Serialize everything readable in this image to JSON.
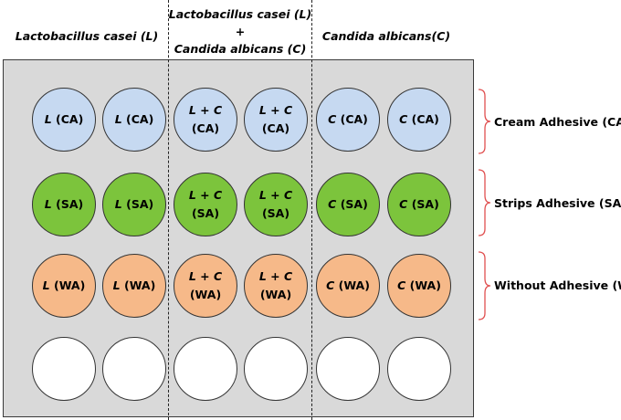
{
  "columns": [
    {
      "line1": "Lactobacillus casei (L)"
    },
    {
      "line1": "Lactobacillus casei (L)",
      "plus": "+",
      "line2": "Candida albicans (C)"
    },
    {
      "line1": "Candida albicans(C)"
    }
  ],
  "rows": [
    {
      "label": "Cream Adhesive (CA)",
      "wells": [
        {
          "a": "L",
          "b": " (CA)"
        },
        {
          "a": "L",
          "b": " (CA)"
        },
        {
          "a": "L + C",
          "b": "(CA)"
        },
        {
          "a": "L + C",
          "b": "(CA)"
        },
        {
          "a": "C",
          "b": " (CA)"
        },
        {
          "a": "C",
          "b": " (CA)"
        }
      ]
    },
    {
      "label": "Strips Adhesive (SA)",
      "wells": [
        {
          "a": "L",
          "b": " (SA)"
        },
        {
          "a": "L",
          "b": " (SA)"
        },
        {
          "a": "L + C",
          "b": "(SA)"
        },
        {
          "a": "L + C",
          "b": "(SA)"
        },
        {
          "a": "C",
          "b": " (SA)"
        },
        {
          "a": "C",
          "b": " (SA)"
        }
      ]
    },
    {
      "label": "Without Adhesive (WA)",
      "wells": [
        {
          "a": "L",
          "b": " (WA)"
        },
        {
          "a": "L",
          "b": " (WA)"
        },
        {
          "a": "L + C",
          "b": "(WA)"
        },
        {
          "a": "L + C",
          "b": "(WA)"
        },
        {
          "a": "C",
          "b": " (WA)"
        },
        {
          "a": "C",
          "b": " (WA)"
        }
      ]
    }
  ],
  "colors": {
    "cream_adhesive_fill": "#c6d9f1",
    "strips_adhesive_fill": "#7cc43c",
    "without_adhesive_fill": "#f6b989",
    "empty_well_fill": "#ffffff",
    "plate_fill": "#d9d9d9",
    "brace_color": "#e05050"
  }
}
